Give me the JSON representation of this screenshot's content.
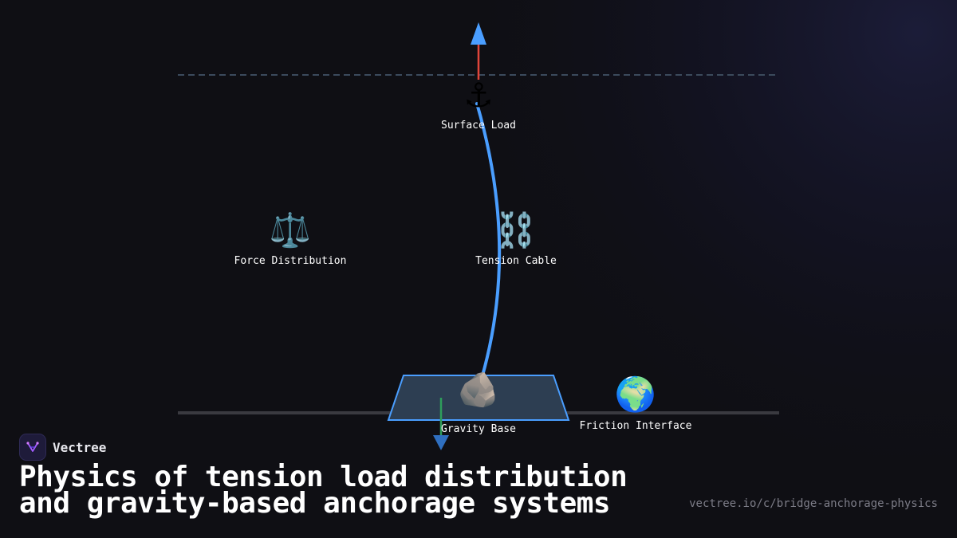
{
  "diagram": {
    "nodes": {
      "surface_load": {
        "icon": "anchor-icon",
        "glyph": "⚓",
        "label": "Surface Load"
      },
      "force_distribution": {
        "icon": "scales-icon",
        "glyph": "⚖️",
        "label": "Force Distribution"
      },
      "tension_cable": {
        "icon": "chain-icon",
        "glyph": "⛓️",
        "label": "Tension Cable"
      },
      "gravity_base": {
        "icon": "rock-icon",
        "glyph": "🪨",
        "label": "Gravity Base"
      },
      "friction_interface": {
        "icon": "globe-icon",
        "glyph": "🌍",
        "label": "Friction Interface"
      }
    },
    "colors": {
      "cable": "#4a9eff",
      "tension_arrow": "#e0453a",
      "gravity_arrow": "#2e9e5b",
      "base_fill": "#2d3e52",
      "base_stroke": "#4a9eff",
      "ground_line": "#3a3a40",
      "surface_line": "#3b4a5c"
    }
  },
  "branding": {
    "name": "Vectree",
    "logo_icon": "vectree-logo-icon"
  },
  "title": {
    "line1": "Physics of tension load distribution",
    "line2": "and gravity-based anchorage systems"
  },
  "url": "vectree.io/c/bridge-anchorage-physics"
}
